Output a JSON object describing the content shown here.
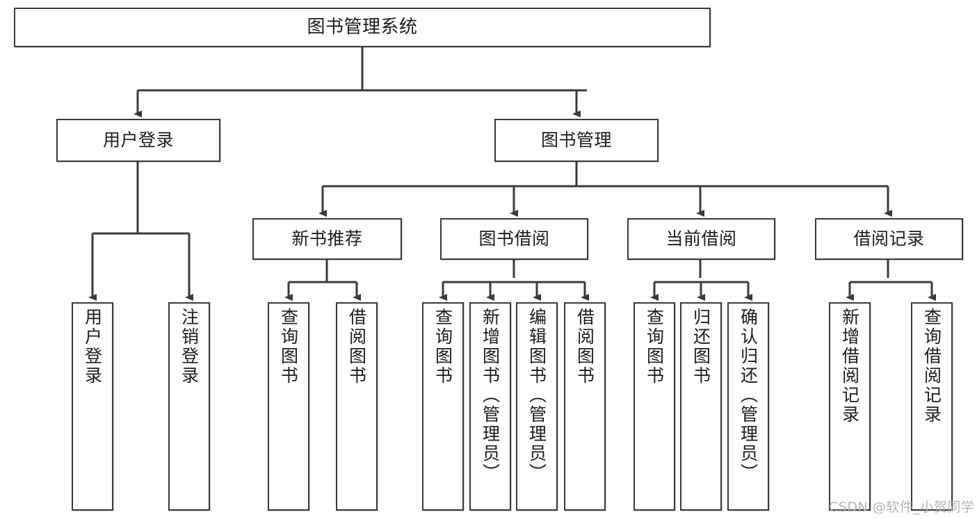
{
  "diagram": {
    "title": "图书管理系统",
    "type": "hierarchy-tree",
    "colors": {
      "background": "#ffffff",
      "box_border": "#3a3a3a",
      "box_fill": "#ffffff",
      "text": "#1c1c1c",
      "edge": "#3a3a3a",
      "watermark": "#b4b4b4"
    },
    "root": {
      "label": "图书管理系统"
    },
    "level2": [
      {
        "label": "用户登录"
      },
      {
        "label": "图书管理"
      }
    ],
    "level3": [
      {
        "label": "新书推荐"
      },
      {
        "label": "图书借阅"
      },
      {
        "label": "当前借阅"
      },
      {
        "label": "借阅记录"
      }
    ],
    "leaves": {
      "user_login": [
        {
          "label": "用户登录"
        },
        {
          "label": "注销登录"
        }
      ],
      "new_book_recommend": [
        {
          "label": "查询图书"
        },
        {
          "label": "借阅图书"
        }
      ],
      "book_borrow": [
        {
          "label": "查询图书"
        },
        {
          "label": "新增图书（管理员）"
        },
        {
          "label": "编辑图书（管理员）"
        },
        {
          "label": "借阅图书"
        }
      ],
      "current_borrow": [
        {
          "label": "查询图书"
        },
        {
          "label": "归还图书"
        },
        {
          "label": "确认归还（管理员）"
        }
      ],
      "borrow_record": [
        {
          "label": "新增借阅记录"
        },
        {
          "label": "查询借阅记录"
        }
      ]
    },
    "watermark": "CSDN @软件_小贺同学"
  }
}
